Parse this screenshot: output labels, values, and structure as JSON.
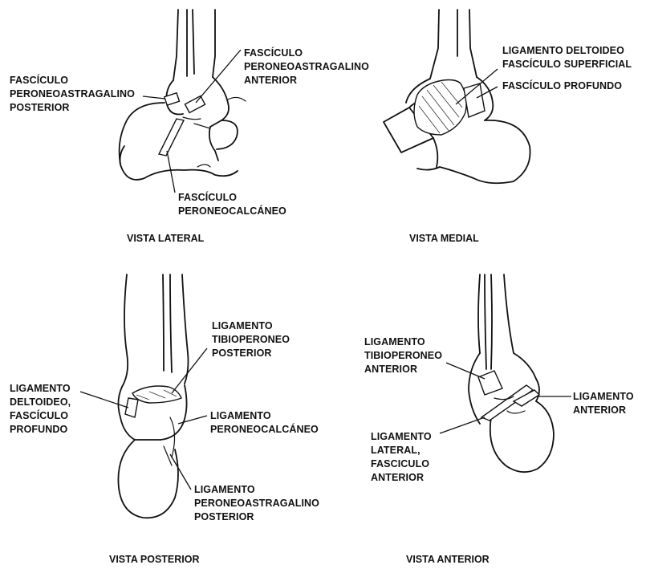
{
  "views": {
    "lateral": {
      "title": "VISTA LATERAL",
      "labels": {
        "posterior": "FASCÍCULO\nPERONEOASTRAGALINO\nPOSTERIOR",
        "anterior": "FASCÍCULO\nPERONEOASTRAGALINO\nANTERIOR",
        "calcaneo": "FASCÍCULO\nPERONEOCALCÁNEO"
      }
    },
    "medial": {
      "title": "VISTA MEDIAL",
      "labels": {
        "deltoideo": "LIGAMENTO DELTOIDEO\nFASCÍCULO SUPERFICIAL",
        "profundo": "FASCÍCULO PROFUNDO"
      }
    },
    "posterior": {
      "title": "VISTA POSTERIOR",
      "labels": {
        "tibioperoneo": "LIGAMENTO\nTIBIOPERONEO\nPOSTERIOR",
        "deltoideo": "LIGAMENTO\nDELTOIDEO,\nFASCÍCULO\nPROFUNDO",
        "peroneocalcaneo": "LIGAMENTO\nPERONEOCALCÁNEO",
        "peroneoastragalino": "LIGAMENTO\nPERONEOASTRAGALINO\nPOSTERIOR"
      }
    },
    "anterior": {
      "title": "VISTA ANTERIOR",
      "labels": {
        "tibioperoneo": "LIGAMENTO\nTIBIOPERONEO\nANTERIOR",
        "anterior": "LIGAMENTO\nANTERIOR",
        "lateral": "LIGAMENTO\nLATERAL,\nFASCICULO\nANTERIOR"
      }
    }
  }
}
